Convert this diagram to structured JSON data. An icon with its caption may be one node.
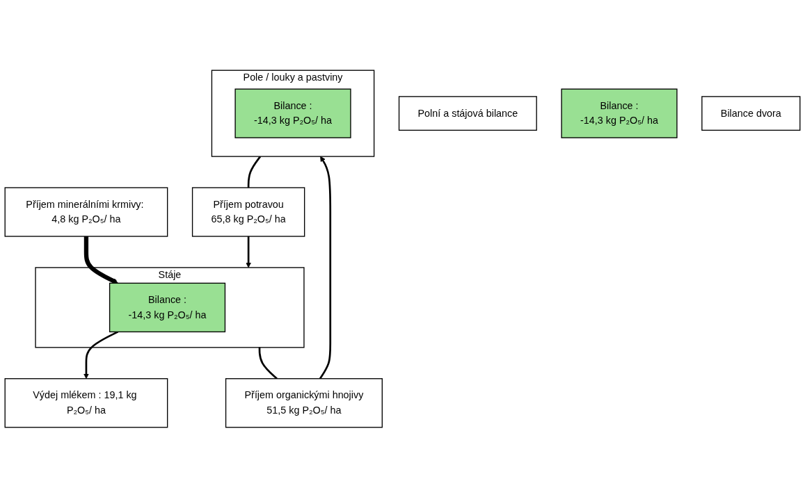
{
  "diagram": {
    "nodes": [
      {
        "text": [
          "Polní a stájová bilance"
        ]
      },
      {
        "text": [
          "Stáje"
        ]
      },
      {
        "text": [
          "Bilance :",
          "-14,3 kg P₂O₅/ ha"
        ],
        "in": 1
      },
      {
        "text": [
          "Příjem potravou",
          "65,8 kg P₂O₅/ ha"
        ]
      },
      {
        "text": [
          "Příjem organickými hnojivy",
          "51,5 kg P₂O₅/ ha"
        ]
      },
      {
        "text": [
          "Pole / louky a pastviny"
        ]
      },
      {
        "text": [
          "Bilance :",
          "-14,3 kg P₂O₅/ ha"
        ],
        "in": 5
      },
      {
        "text": [
          "Výdej mlékem : 19,1 kg P₂O₅/ ha"
        ]
      },
      {
        "text": [
          "Příjem minerálními krmivy: 4,8 kg P₂O₅/ ha"
        ]
      },
      {
        "text": [
          "Bilance :",
          "-14,3 kg P₂O₅/ ha"
        ]
      },
      {
        "text": [
          "Bilance dvora"
        ]
      }
    ],
    "edges": [
      {
        "from": 5,
        "to": 3,
        "arrow": "none"
      },
      {
        "from": 3,
        "to": 1,
        "arrow": "to"
      },
      {
        "from": 1,
        "to": 4,
        "arrow": "none"
      },
      {
        "from": 4,
        "to": 5,
        "arrow": "to"
      },
      {
        "from": 2,
        "to": 7,
        "arrow": "to"
      },
      {
        "from": 8,
        "to": 2,
        "arrow": "to",
        "style": "thick"
      }
    ]
  }
}
